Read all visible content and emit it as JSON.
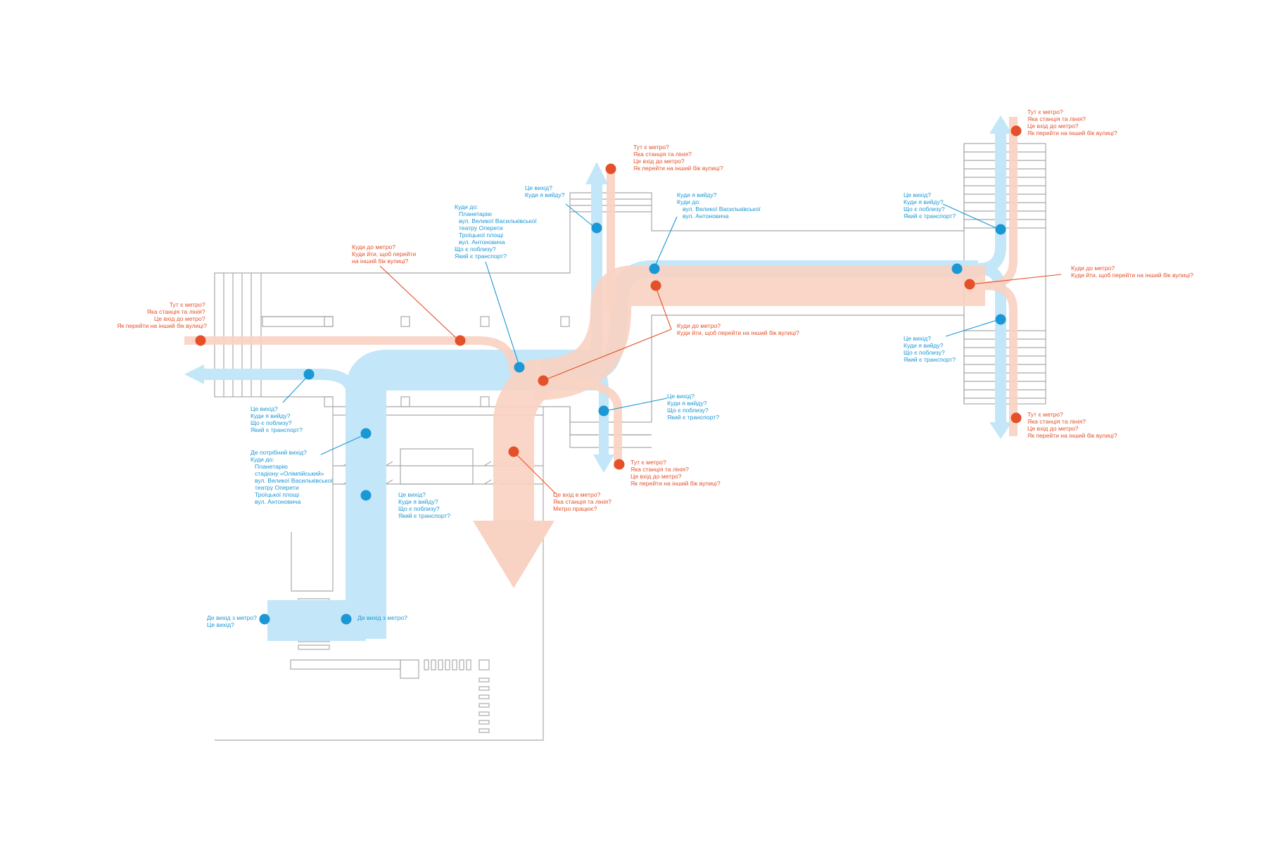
{
  "colors": {
    "question_blue": "#1a97d5",
    "question_orange": "#e4502a",
    "flow_blue": "#c3e6f8",
    "flow_orange": "#f8d2c2",
    "plan_lines": "#a9a9a9"
  },
  "callouts": {
    "b_top_exit": [
      "Це вихід?",
      "Куди я вийду?"
    ],
    "b_kudy_do_left": [
      "Куди до:",
      "Планетарію",
      "вул. Великої Васильківської",
      "театру Оперети",
      "Троїцької площі",
      "вул. Антоновича",
      "Що є поблизу?",
      "Який є транспорт?"
    ],
    "b_kudy_do_right": [
      "Куди я вийду?",
      "Куди до:",
      "вул. Великої Васильківської",
      "вул. Антоновича"
    ],
    "b_right_upper": [
      "Це вихід?",
      "Куди я вийду?",
      "Що є поблизу?",
      "Який є транспорт?"
    ],
    "b_right_lower": [
      "Це вихід?",
      "Куди я вийду?",
      "Що є поблизу?",
      "Який є транспорт?"
    ],
    "b_left_exit": [
      "Це вихід?",
      "Куди я вийду?",
      "Що є поблизу?",
      "Який є транспорт?"
    ],
    "b_needed_exit": [
      "Де потрібний вихід?",
      "Куди до:",
      "Планетарію",
      "стадіону «Олімпійський»",
      "вул. Великої Васильківської",
      "театру Оперети",
      "Троїцької площі",
      "вул. Антоновича"
    ],
    "b_center_exit": [
      "Це вихід?",
      "Куди я вийду?",
      "Що є поблизу?",
      "Який є транспорт?"
    ],
    "b_mid_right_exit": [
      "Це вихід?",
      "Куди я вийду?",
      "Що є поблизу?",
      "Який є транспорт?"
    ],
    "b_metro_exit_left": [
      "Де вихід з метро?",
      "Це вихід?"
    ],
    "b_metro_exit_right": [
      "Де вихід з метро?"
    ],
    "o_left_entry": [
      "Тут є метро?",
      "Яка станція та лінія?",
      "Це вхід до метро?",
      "Як перейти на інший бік вулиці?"
    ],
    "o_kudy_metro_left": [
      "Куди до метро?",
      "Куди йти, щоб перейти",
      "на інший бік вулиці?"
    ],
    "o_top_center": [
      "Тут є метро?",
      "Яка станція та лінія?",
      "Це вхід до метро?",
      "Як перейти на інший бік вулиці?"
    ],
    "o_top_right": [
      "Тут є метро?",
      "Яка станція та лінія?",
      "Це вхід до метро?",
      "Як перейти на інший бік вулиці?"
    ],
    "o_kudy_metro_right": [
      "Куди до метро?",
      "Куди йти, щоб перейти на інший бік вулиці?"
    ],
    "o_kudy_metro_center": [
      "Куди до метро?",
      "Куди йти, щоб перейти на інший бік вулиці?"
    ],
    "o_bottom_center": [
      "Тут є метро?",
      "Яка станція та лінія?",
      "Це вхід до метро?",
      "Як перейти на інший бік вулиці?"
    ],
    "o_bottom_right": [
      "Тут є метро?",
      "Яка станція та лінія?",
      "Це вхід до метро?",
      "Як перейти на інший бік вулиці?"
    ],
    "o_metro_works": [
      "Це вхід в метро?",
      "Яка станція та лінія?",
      "Метро працює?"
    ]
  }
}
